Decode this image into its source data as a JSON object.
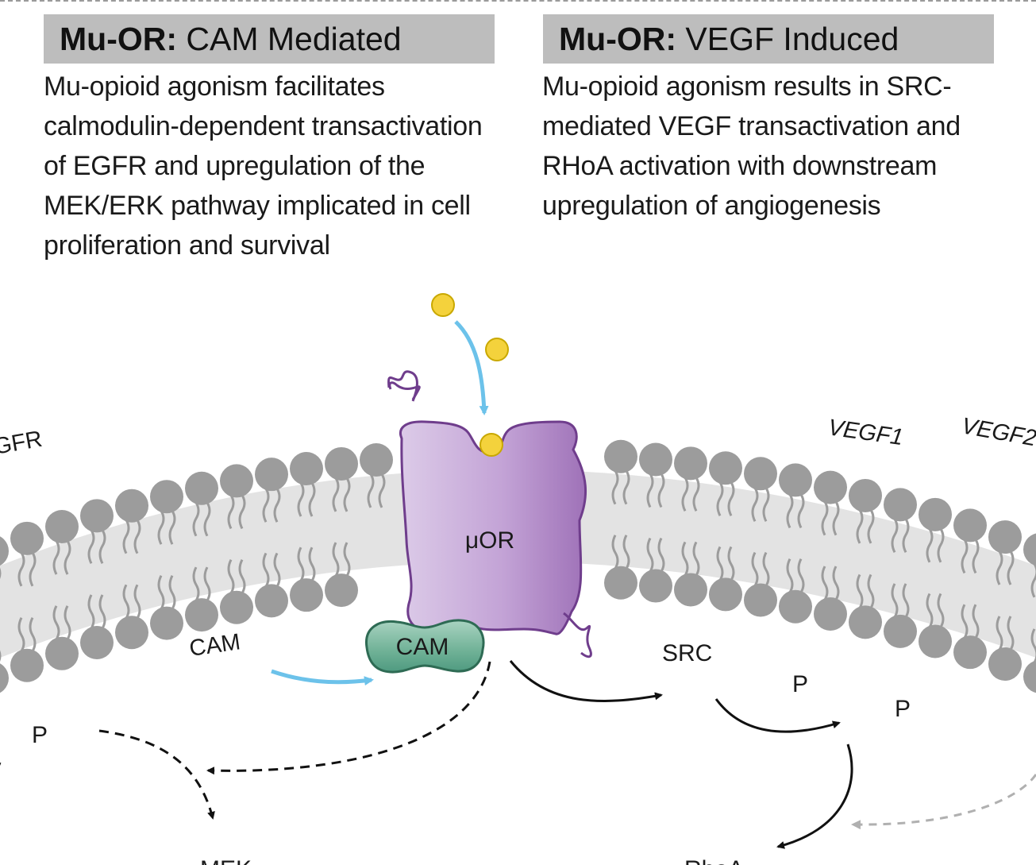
{
  "left_panel": {
    "title_bold": "Mu-OR:",
    "title_rest": " CAM Mediated",
    "description_lines": [
      "Mu-opioid agonism facilitates",
      "calmodulin-dependent transactivation",
      "of EGFR and upregulation of the",
      "MEK/ERK pathway implicated in cell",
      "proliferation and survival"
    ]
  },
  "right_panel": {
    "title_bold": "Mu-OR:",
    "title_rest": " VEGF Induced",
    "description_lines": [
      "Mu-opioid agonism results in SRC-",
      "mediated VEGF transactivation and",
      "RHoA activation with downstream",
      "upregulation of angiogenesis"
    ]
  },
  "diagram": {
    "receptor_label": "μOR",
    "cam_complex_label": "CAM",
    "cam_free_label": "CAM",
    "egfr_label": "GFR",
    "vegf1_label": "VEGF1",
    "vegf2_label": "VEGF2",
    "src_label": "SRC",
    "p_left": "P",
    "p_mid": "P",
    "p_right": "P",
    "mek_label": "MEK",
    "rhoa_label": "RhoA"
  },
  "colors": {
    "membrane_head": "#9c9c9c",
    "membrane_band": "#e3e3e3",
    "receptor_fill": "#c5a6d6",
    "receptor_stroke": "#6f3d8c",
    "cam_fill": "#4f9a80",
    "cam_stroke": "#2e6b54",
    "ligand": "#f4d23c",
    "blue_arrow": "#6cc2ea",
    "black_arrow": "#111111",
    "gray_arrow": "#b0b0b0"
  }
}
